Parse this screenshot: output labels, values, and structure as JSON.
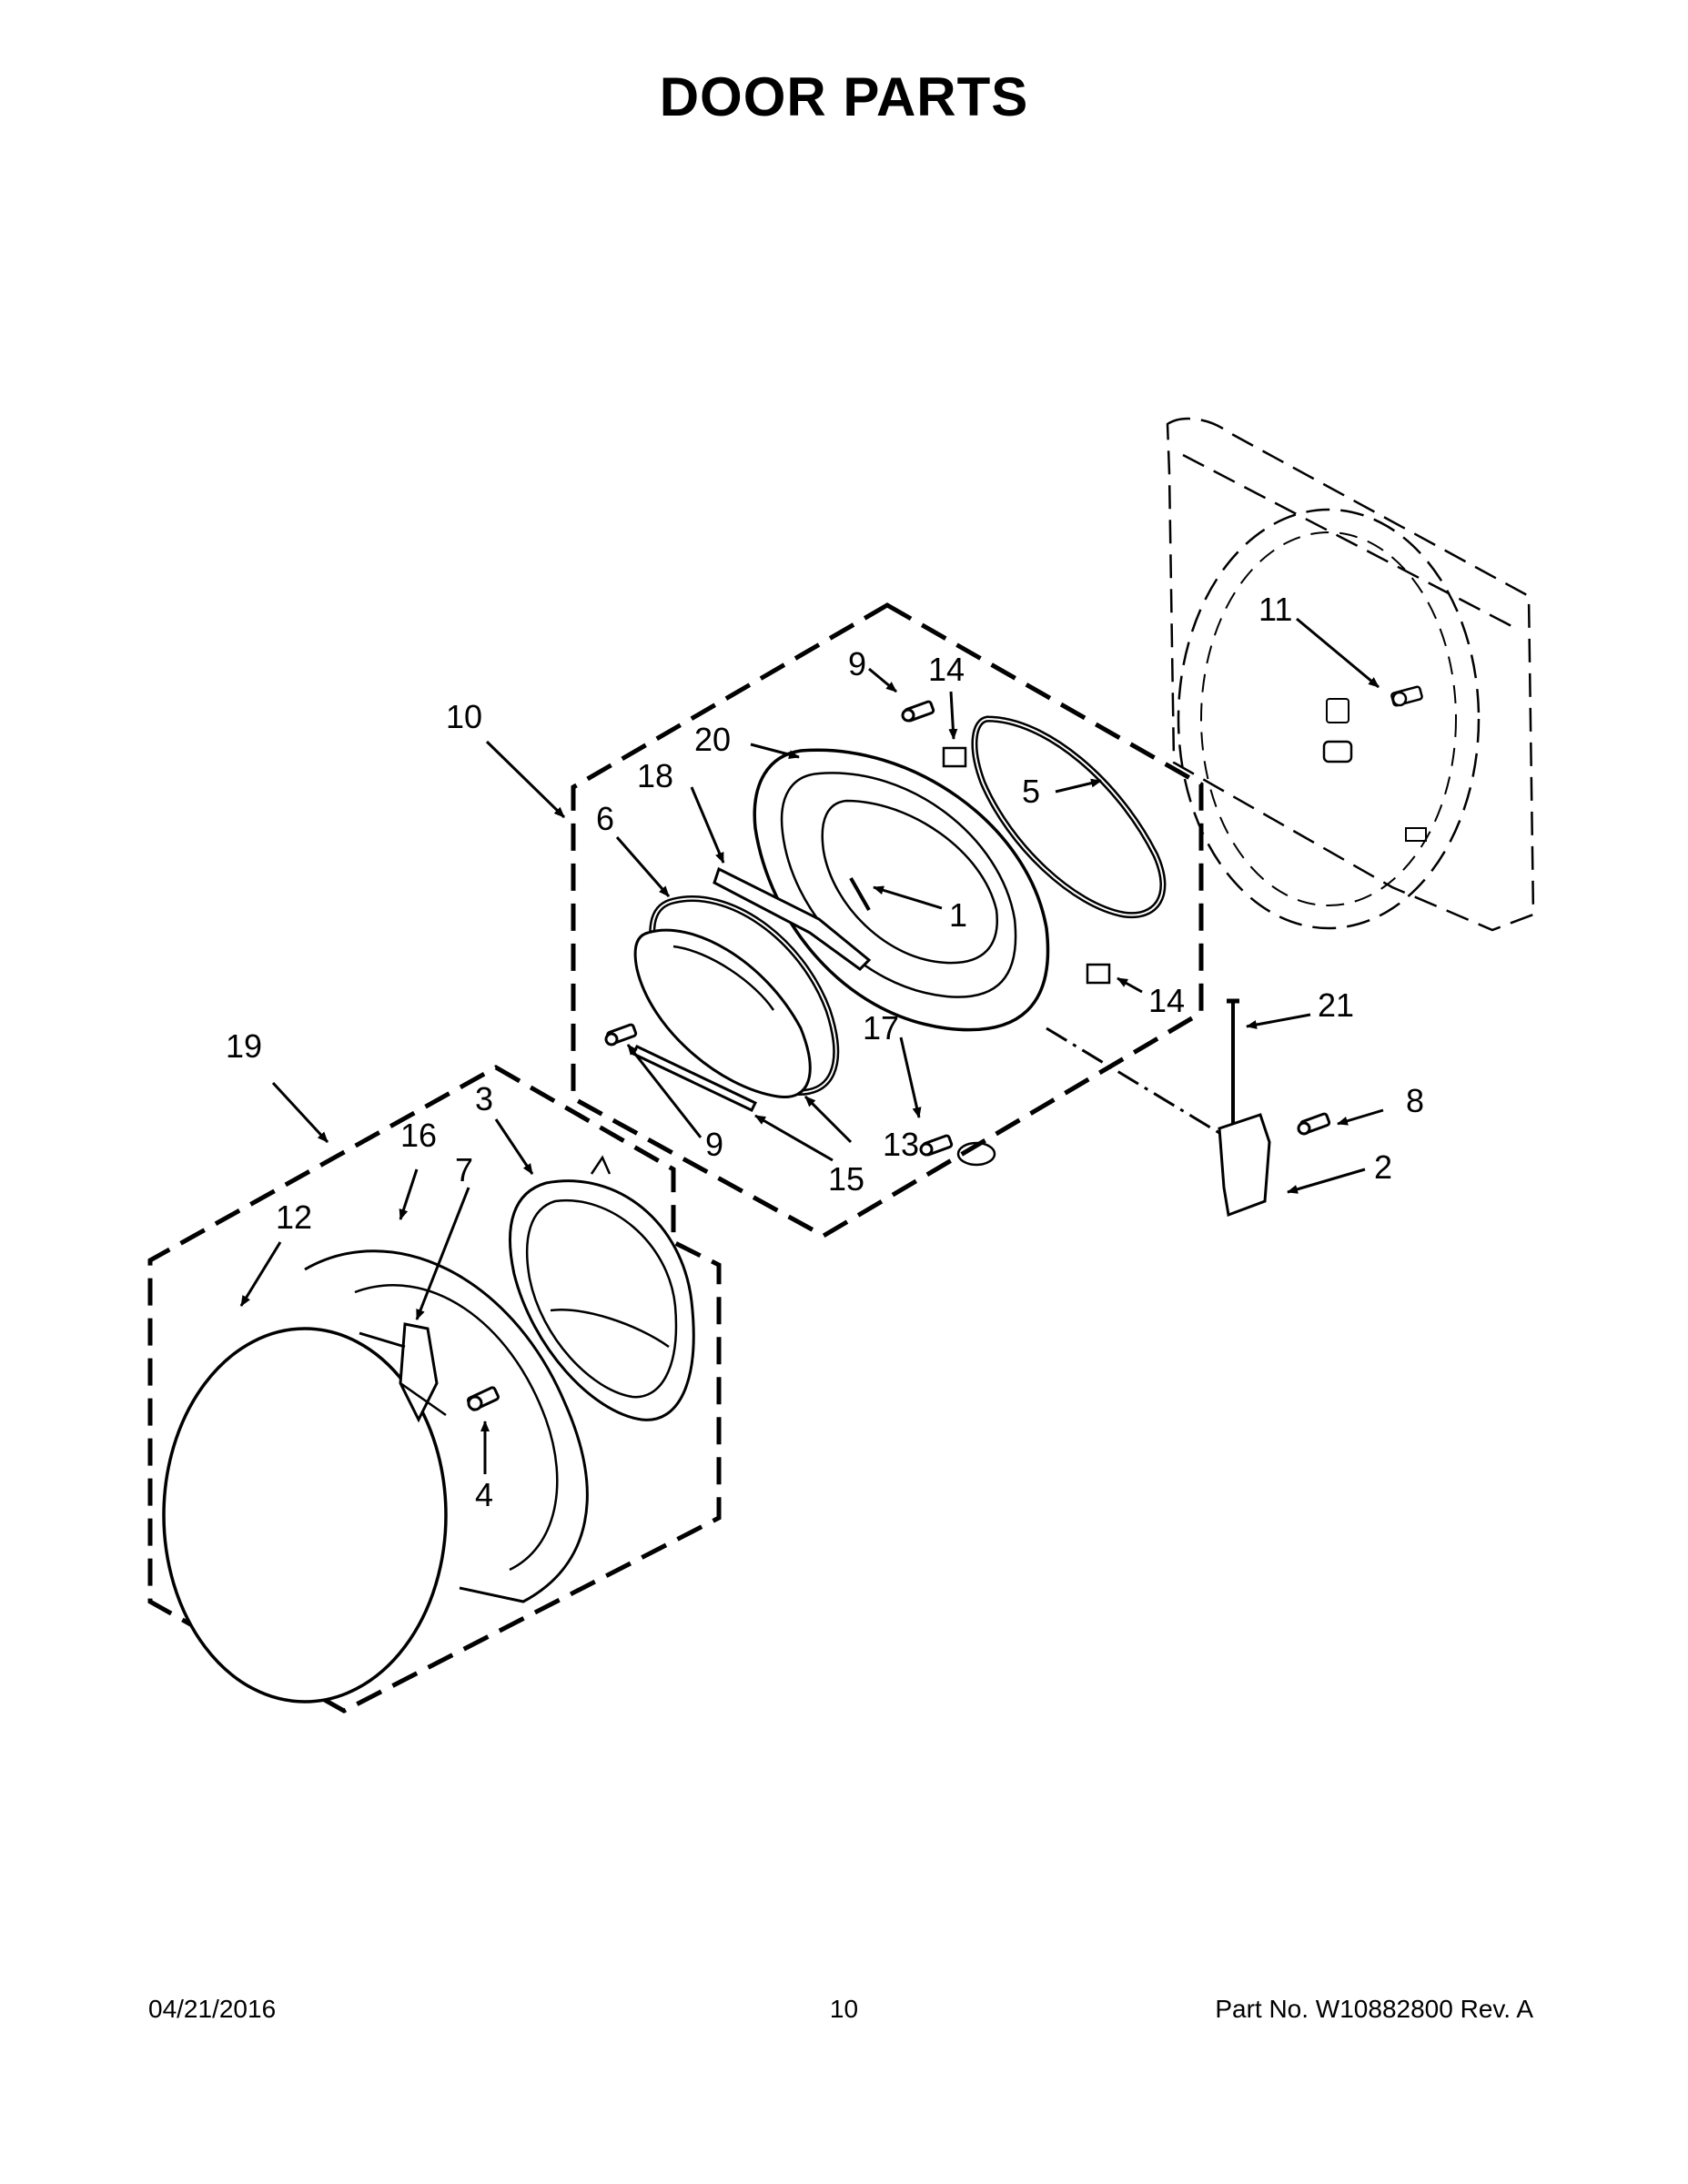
{
  "title": "DOOR PARTS",
  "labels": [
    "1",
    "2",
    "3",
    "4",
    "5",
    "6",
    "7",
    "8",
    "9",
    "9",
    "10",
    "11",
    "12",
    "13",
    "14",
    "14",
    "15",
    "16",
    "17",
    "18",
    "19",
    "20",
    "21"
  ],
  "footer": {
    "date": "04/21/2016",
    "page": "10",
    "part": "Part No.  W10882800  Rev.  A"
  }
}
